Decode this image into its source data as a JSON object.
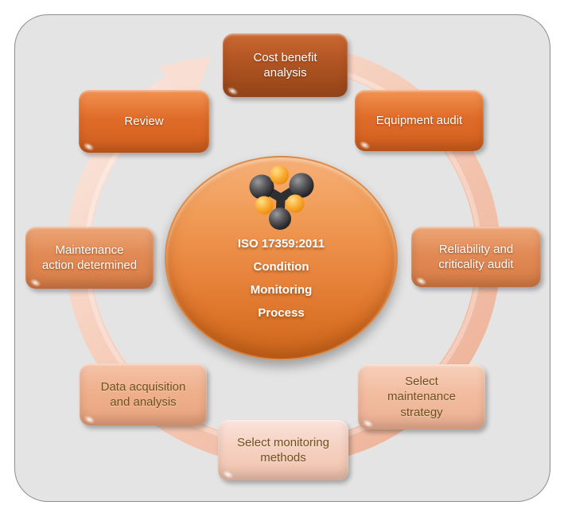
{
  "diagram": {
    "title": "ISO 17359:2011 Condition Monitoring Process",
    "type": "cycle",
    "direction": "clockwise",
    "panel_background": "#E5E4E4",
    "ring": {
      "color_light": "#FBE9E1",
      "color_dark": "#EDAF94"
    },
    "center": {
      "icon": "molecule-icon",
      "lines": [
        "ISO 17359:2011",
        "Condition",
        "Monitoring",
        "Process"
      ],
      "fill_top": "#F6B078",
      "fill_bottom": "#CB661C",
      "text_color": "#FFFFFF"
    },
    "steps": [
      {
        "label": "Cost benefit\nanalysis",
        "position": "top",
        "fill": "#B25524",
        "text_color": "#FFFFFF"
      },
      {
        "label": "Equipment audit",
        "position": "top-right",
        "fill": "#E06C29",
        "text_color": "#FFFFFF"
      },
      {
        "label": "Reliability and\ncriticality audit",
        "position": "right",
        "fill": "#E18A55",
        "text_color": "#FFFFFF"
      },
      {
        "label": "Select\nmaintenance\nstrategy",
        "position": "bottom-right",
        "fill": "#F2BCA0",
        "text_color": "#6E511C"
      },
      {
        "label": "Select monitoring\nmethods",
        "position": "bottom",
        "fill": "#F6D1C1",
        "text_color": "#6E511C"
      },
      {
        "label": "Data acquisition\nand analysis",
        "position": "bottom-left",
        "fill": "#EFB08C",
        "text_color": "#6E511C"
      },
      {
        "label": "Maintenance\naction determined",
        "position": "left",
        "fill": "#E18A55",
        "text_color": "#FFFFFF"
      },
      {
        "label": "Review",
        "position": "top-left",
        "fill": "#E06C29",
        "text_color": "#FFFFFF"
      }
    ]
  }
}
